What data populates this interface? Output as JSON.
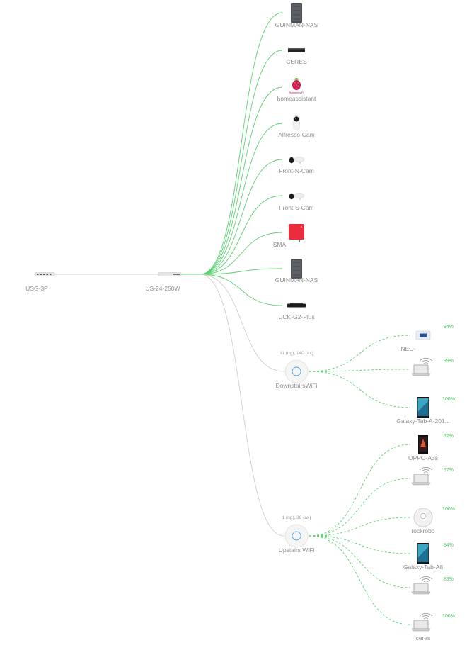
{
  "colors": {
    "link_wired_active": "#5fd073",
    "link_wired_idle": "#cfcfcf",
    "link_wireless": "#5fd073",
    "label": "#8d8d8d",
    "signal": "#4dc95f",
    "ap_white": "#f5f5f5"
  },
  "gateway": {
    "name": "USG-3P",
    "icon": "gateway-icon"
  },
  "switch": {
    "name": "US-24-250W",
    "icon": "switch-icon"
  },
  "wired_clients": [
    {
      "name": "GUINMAN-NAS",
      "icon": "nas-icon"
    },
    {
      "name": "CERES",
      "icon": "mini-pc-icon"
    },
    {
      "name": "homeassistant",
      "icon": "raspberry-pi-icon",
      "icon_text": "Raspberry Pi"
    },
    {
      "name": "Alfresco-Cam",
      "icon": "camera-icon"
    },
    {
      "name": "Front-N-Cam",
      "icon": "bullet-camera-icon"
    },
    {
      "name": "Front-S-Cam",
      "icon": "bullet-camera-icon"
    },
    {
      "name": "SMA",
      "icon": "inverter-icon"
    },
    {
      "name": "GUINMAN-NAS",
      "icon": "nas-icon"
    },
    {
      "name": "UCK-G2-Plus",
      "icon": "cloud-key-icon"
    }
  ],
  "access_points": [
    {
      "name": "DownstairsWiFi",
      "channels": "11 (ng), 140 (ax)",
      "icon": "access-point-icon",
      "clients": [
        {
          "name": "NEO-",
          "signal": "94%",
          "signal_value": 94,
          "icon": "tv-icon"
        },
        {
          "name": "",
          "signal": "99%",
          "signal_value": 99,
          "icon": "laptop-wifi-icon"
        },
        {
          "name": "Galaxy-Tab-A-201...",
          "signal": "100%",
          "signal_value": 100,
          "icon": "tablet-icon"
        }
      ]
    },
    {
      "name": "Upstairs WiFi",
      "channels": "1 (ng), 36 (ax)",
      "icon": "access-point-icon",
      "clients": [
        {
          "name": "OPPO-A3s",
          "signal": "82%",
          "signal_value": 82,
          "icon": "phone-icon"
        },
        {
          "name": "",
          "signal": "87%",
          "signal_value": 87,
          "icon": "laptop-wifi-icon"
        },
        {
          "name": "rockrobo",
          "signal": "100%",
          "signal_value": 100,
          "icon": "robot-vacuum-icon"
        },
        {
          "name": "Galaxy-Tab-A8",
          "signal": "84%",
          "signal_value": 84,
          "icon": "tablet-icon"
        },
        {
          "name": "",
          "signal": "83%",
          "signal_value": 83,
          "icon": "laptop-wifi-icon"
        },
        {
          "name": "ceres",
          "signal": "100%",
          "signal_value": 100,
          "icon": "laptop-wifi-icon"
        }
      ]
    }
  ]
}
